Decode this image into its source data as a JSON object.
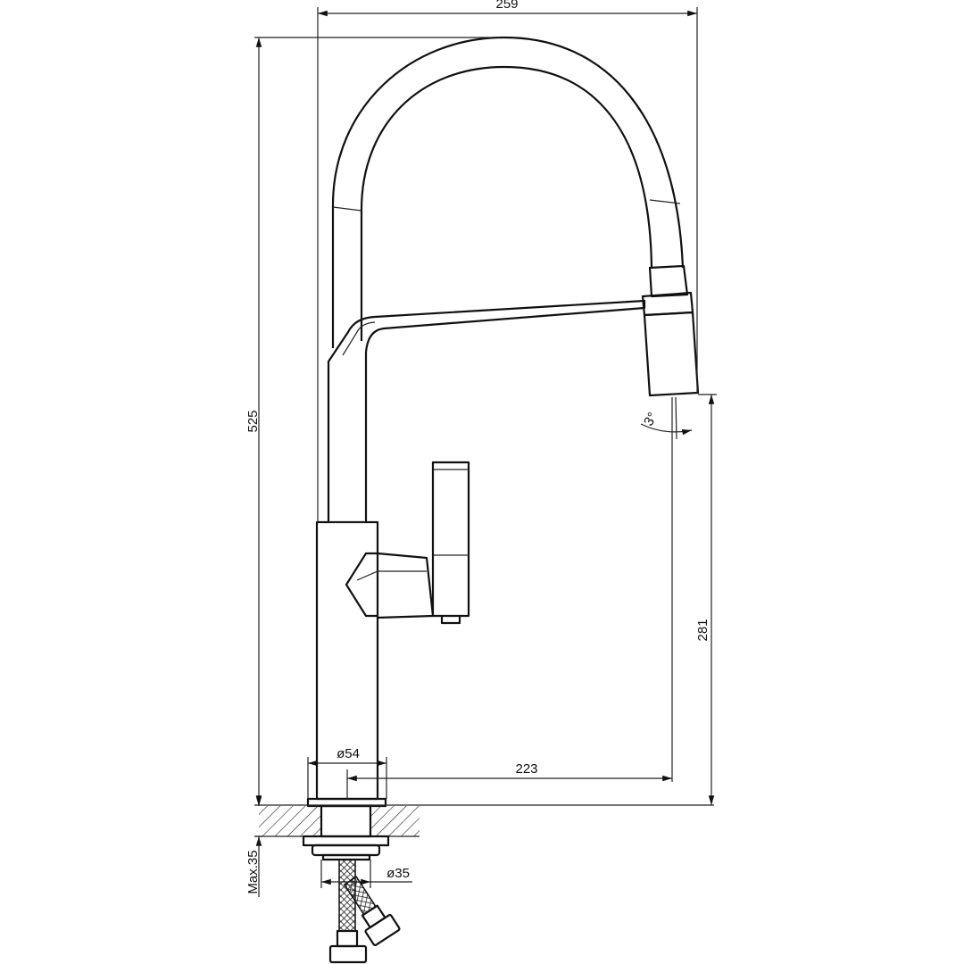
{
  "dimensions": {
    "overall_width": "259",
    "overall_height": "525",
    "spout_height": "281",
    "spout_reach": "223",
    "base_diameter": "ø54",
    "hole_diameter": "ø35",
    "max_counter_thickness": "Max.35",
    "spray_angle": "3°"
  },
  "colors": {
    "line": "#111111",
    "background": "#ffffff"
  }
}
